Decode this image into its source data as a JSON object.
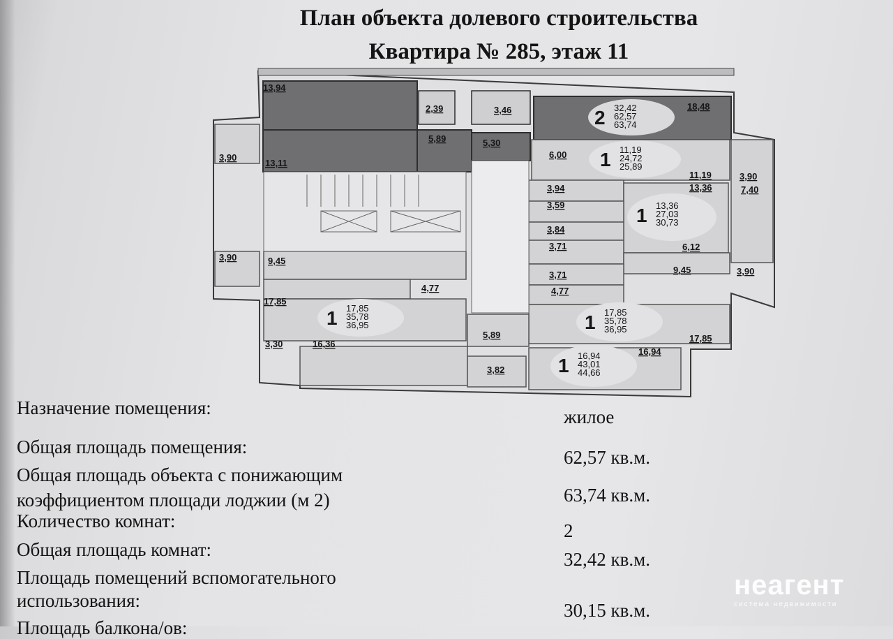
{
  "header": {
    "title_line1": "План объекта долевого строительства",
    "title_line2": "Квартира № 285, этаж 11"
  },
  "plan": {
    "room_labels": [
      "13,94",
      "2,39",
      "3,46",
      "18,48",
      "3,90",
      "13,11",
      "5,89",
      "5,30",
      "6,00",
      "11,19",
      "3,90",
      "3,94",
      "13,36",
      "7,40",
      "3,59",
      "3,84",
      "3,71",
      "6,12",
      "3,90",
      "9,45",
      "3,71",
      "9,45",
      "3,90",
      "4,77",
      "4,77",
      "17,85",
      "3,30",
      "16,36",
      "5,89",
      "17,85",
      "16,94",
      "3,82"
    ],
    "bubbles": [
      {
        "rooms": "2",
        "lines": [
          "32,42",
          "62,57",
          "63,74"
        ]
      },
      {
        "rooms": "1",
        "lines": [
          "11,19",
          "24,72",
          "25,89"
        ]
      },
      {
        "rooms": "1",
        "lines": [
          "13,36",
          "27,03",
          "30,73"
        ]
      },
      {
        "rooms": "1",
        "lines": [
          "17,85",
          "35,78",
          "36,95"
        ]
      },
      {
        "rooms": "1",
        "lines": [
          "17,85",
          "35,78",
          "36,95"
        ]
      },
      {
        "rooms": "1",
        "lines": [
          "16,94",
          "43,01",
          "44,66"
        ]
      }
    ]
  },
  "details": [
    {
      "label": "Назначение помещения:",
      "value": "жилое"
    },
    {
      "label": "Общая площадь помещения:",
      "value": "62,57 кв.м."
    },
    {
      "label": "Общая площадь объекта с понижающим",
      "label2": "коэффициентом площади лоджии (м 2)",
      "value": "63,74 кв.м."
    },
    {
      "label": "Количество комнат:",
      "value": "2"
    },
    {
      "label": "Общая площадь комнат:",
      "value": "32,42 кв.м."
    },
    {
      "label": "Площадь помещений вспомогательного",
      "label2": "использования:",
      "value": "30,15 кв.м."
    },
    {
      "label": "Площадь балкона/ов:"
    }
  ],
  "watermark": {
    "brand": "неагент",
    "tagline": "система недвижимости"
  },
  "colors": {
    "highlight": "#6e6e70",
    "other_flats": "#d2d2d4",
    "walls": "#3a3a3a"
  }
}
